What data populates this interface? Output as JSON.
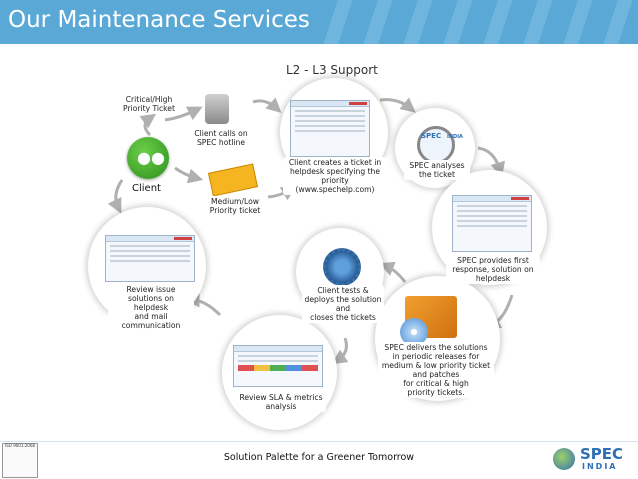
{
  "header": {
    "title": "Our Maintenance Services"
  },
  "diagram": {
    "subtitle": "L2 - L3 Support",
    "client": "Client",
    "nodes": {
      "critical": "Critical/High\nPriority Ticket",
      "calls": "Client calls on\nSPEC hotline",
      "medium": "Medium/Low\nPriority ticket",
      "creates": "Client creates a ticket in\nhelpdesk specifying the\npriority\n(www.spechelp.com)",
      "analyses": "SPEC analyses\nthe ticket",
      "response": "SPEC provides first\nresponse, solution on\nhelpdesk",
      "delivers": "SPEC delivers the solutions\nin periodic releases for\nmedium & low priority ticket\nand patches\nfor critical & high\npriority tickets.",
      "tests": "Client tests &\ndeploys the solution\nand\ncloses the tickets",
      "sla": "Review SLA & metrics\nanalysis",
      "review": "Review issue\nsolutions on helpdesk\nand mail\ncommunication"
    },
    "spec_badge": "SPEC",
    "spec_badge_sub": "INDIA",
    "colors": {
      "header": "#5aa8d6",
      "client_green": "#3aa52a",
      "arrow": "#b0b0b0",
      "logo": "#2e6fb2"
    }
  },
  "footer": {
    "tagline": "Solution Palette for a Greener Tomorrow",
    "logo": "SPEC",
    "logo_sub": "INDIA",
    "iso": "ISO 9001:2008"
  }
}
